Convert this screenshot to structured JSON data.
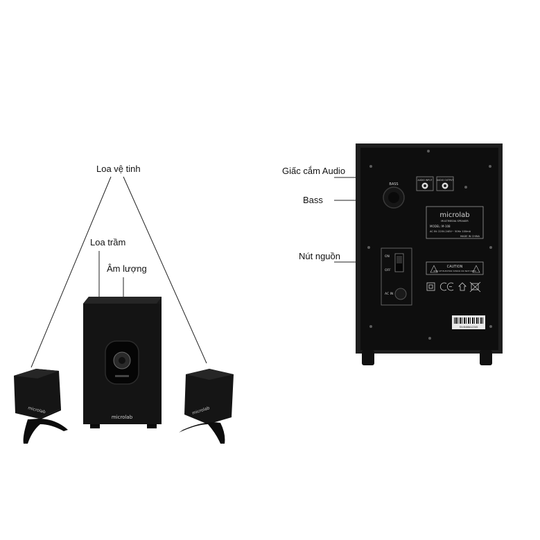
{
  "callouts": {
    "satellite": "Loa vệ tinh",
    "subwoofer": "Loa trầm",
    "volume": "Âm lượng",
    "audio_jack": "Giấc cắm Audio",
    "bass": "Bass",
    "power": "Nút nguồn"
  },
  "front": {
    "sub_brand": "microlab",
    "left_brand": "microlab",
    "right_brand": "microlab"
  },
  "back": {
    "brand": "microlab",
    "subtitle": "MULTIMEDIA SPEAKER",
    "model": "MODEL: M-108",
    "ac": "AC IN: 220V-240V~ 50Hz 100mA",
    "made": "MADE IN CHINA",
    "bass_label": "BASS",
    "audio_input": "AUDIO INPUT",
    "audio_output": "AUDIO OUTPUT",
    "on": "ON",
    "off": "OFF",
    "acin": "AC IN",
    "caution": "CAUTION",
    "caution_sub": "RISK OF ELECTRIC SHOCK DO NOT OPEN",
    "serial": "SN:B488A12345"
  },
  "colors": {
    "wood": "#1a1a1a",
    "panel": "#0d0d0d",
    "label_text": "#cfcfcf"
  }
}
